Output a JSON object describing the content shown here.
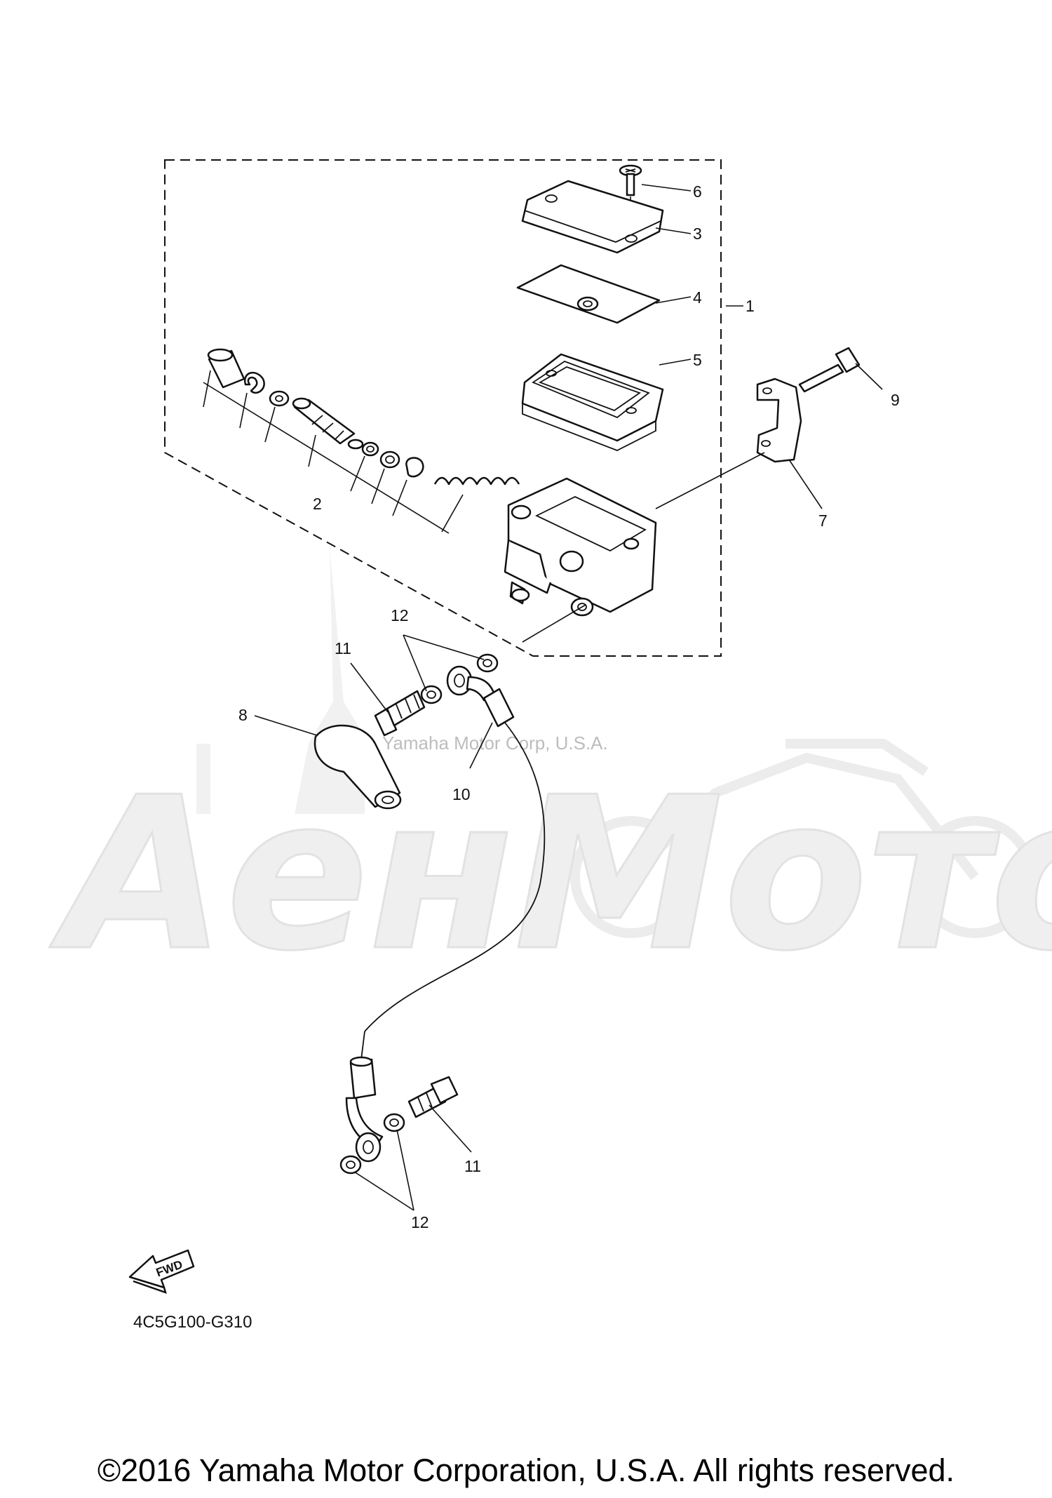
{
  "diagram": {
    "callouts": [
      "1",
      "2",
      "3",
      "4",
      "5",
      "6",
      "7",
      "8",
      "9",
      "10",
      "11",
      "11",
      "12",
      "12"
    ],
    "watermark": {
      "text": "Yamaha Motor Corp, U.S.A.",
      "logo_text": "АенМото"
    },
    "diagram_code": "4C5G100-G310",
    "fwd_label": "FWD"
  },
  "footer": {
    "copyright": "©2016 Yamaha Motor Corporation, U.S.A. All rights reserved."
  }
}
